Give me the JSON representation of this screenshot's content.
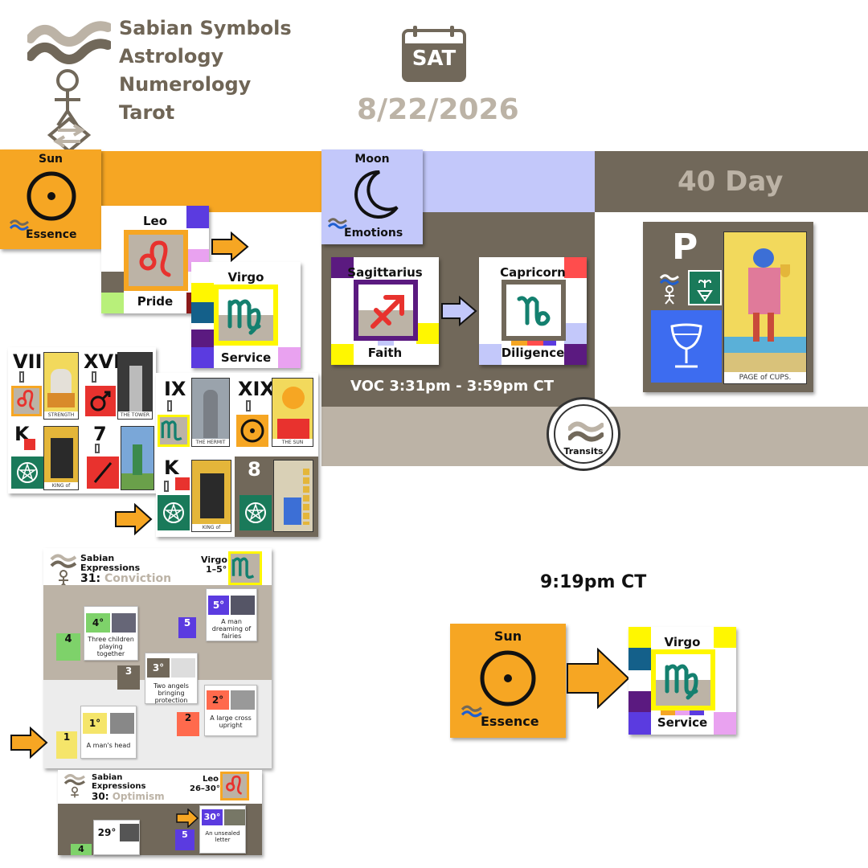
{
  "header": {
    "lines": [
      "Sabian Symbols",
      "Astrology",
      "Numerology",
      "Tarot"
    ],
    "weekday": "SAT",
    "date": "8/22/2026"
  },
  "sun": {
    "title": "Sun",
    "subtitle": "Essence"
  },
  "moon": {
    "title": "Moon",
    "subtitle": "Emotions"
  },
  "forty_day": {
    "label": "40 Day",
    "letter": "P",
    "card_caption": "PAGE of CUPS."
  },
  "sun_signs": [
    {
      "sign": "Leo",
      "keyword": "Pride"
    },
    {
      "sign": "Virgo",
      "keyword": "Service"
    }
  ],
  "moon_signs": [
    {
      "sign": "Sagittarius",
      "keyword": "Faith"
    },
    {
      "sign": "Capricorn",
      "keyword": "Diligence"
    }
  ],
  "voc": "VOC 3:31pm - 3:59pm CT",
  "transits_label": "Transits",
  "tarot_left": {
    "numerals": [
      "VIII",
      "XVI",
      "K",
      "7"
    ],
    "captions": [
      "STRENGTH",
      "THE TOWER",
      "KING of PENTACLES",
      ""
    ]
  },
  "tarot_right": {
    "numerals": [
      "IX",
      "XIX",
      "K",
      "8"
    ],
    "captions": [
      "THE HERMIT",
      "THE SUN",
      "KING of PENTACLES",
      ""
    ]
  },
  "sabian_virgo": {
    "header": [
      "Sabian",
      "Expressions"
    ],
    "sign": "Virgo",
    "range": "1–5°",
    "number": "31:",
    "keyword": "Conviction",
    "cards": [
      {
        "degree": "5°",
        "num": "5",
        "text": "A man dreaming of fairies"
      },
      {
        "degree": "4°",
        "num": "4",
        "text": "Three children playing together"
      },
      {
        "degree": "3°",
        "num": "3",
        "text": "Two angels bringing protection"
      },
      {
        "degree": "2°",
        "num": "2",
        "text": "A large cross upright"
      },
      {
        "degree": "1°",
        "num": "1",
        "text": "A man's head"
      }
    ]
  },
  "sabian_leo": {
    "header": [
      "Sabian",
      "Expressions"
    ],
    "sign": "Leo",
    "range": "26–30°",
    "number": "30:",
    "keyword": "Optimism",
    "cards": [
      {
        "degree": "30°",
        "num": "5",
        "text": "An unsealed letter"
      },
      {
        "degree": "29°",
        "num": "4",
        "text": ""
      }
    ]
  },
  "ingress": {
    "time": "9:19pm CT",
    "from_title": "Sun",
    "from_subtitle": "Essence",
    "to_sign": "Virgo",
    "to_keyword": "Service"
  },
  "colors": {
    "taupe": "#71685a",
    "sand": "#bcb3a6",
    "sun_orange": "#f6a623",
    "moon_lavender": "#c3c8fa",
    "leo_red": "#e8322e",
    "virgo_teal": "#14806f"
  }
}
